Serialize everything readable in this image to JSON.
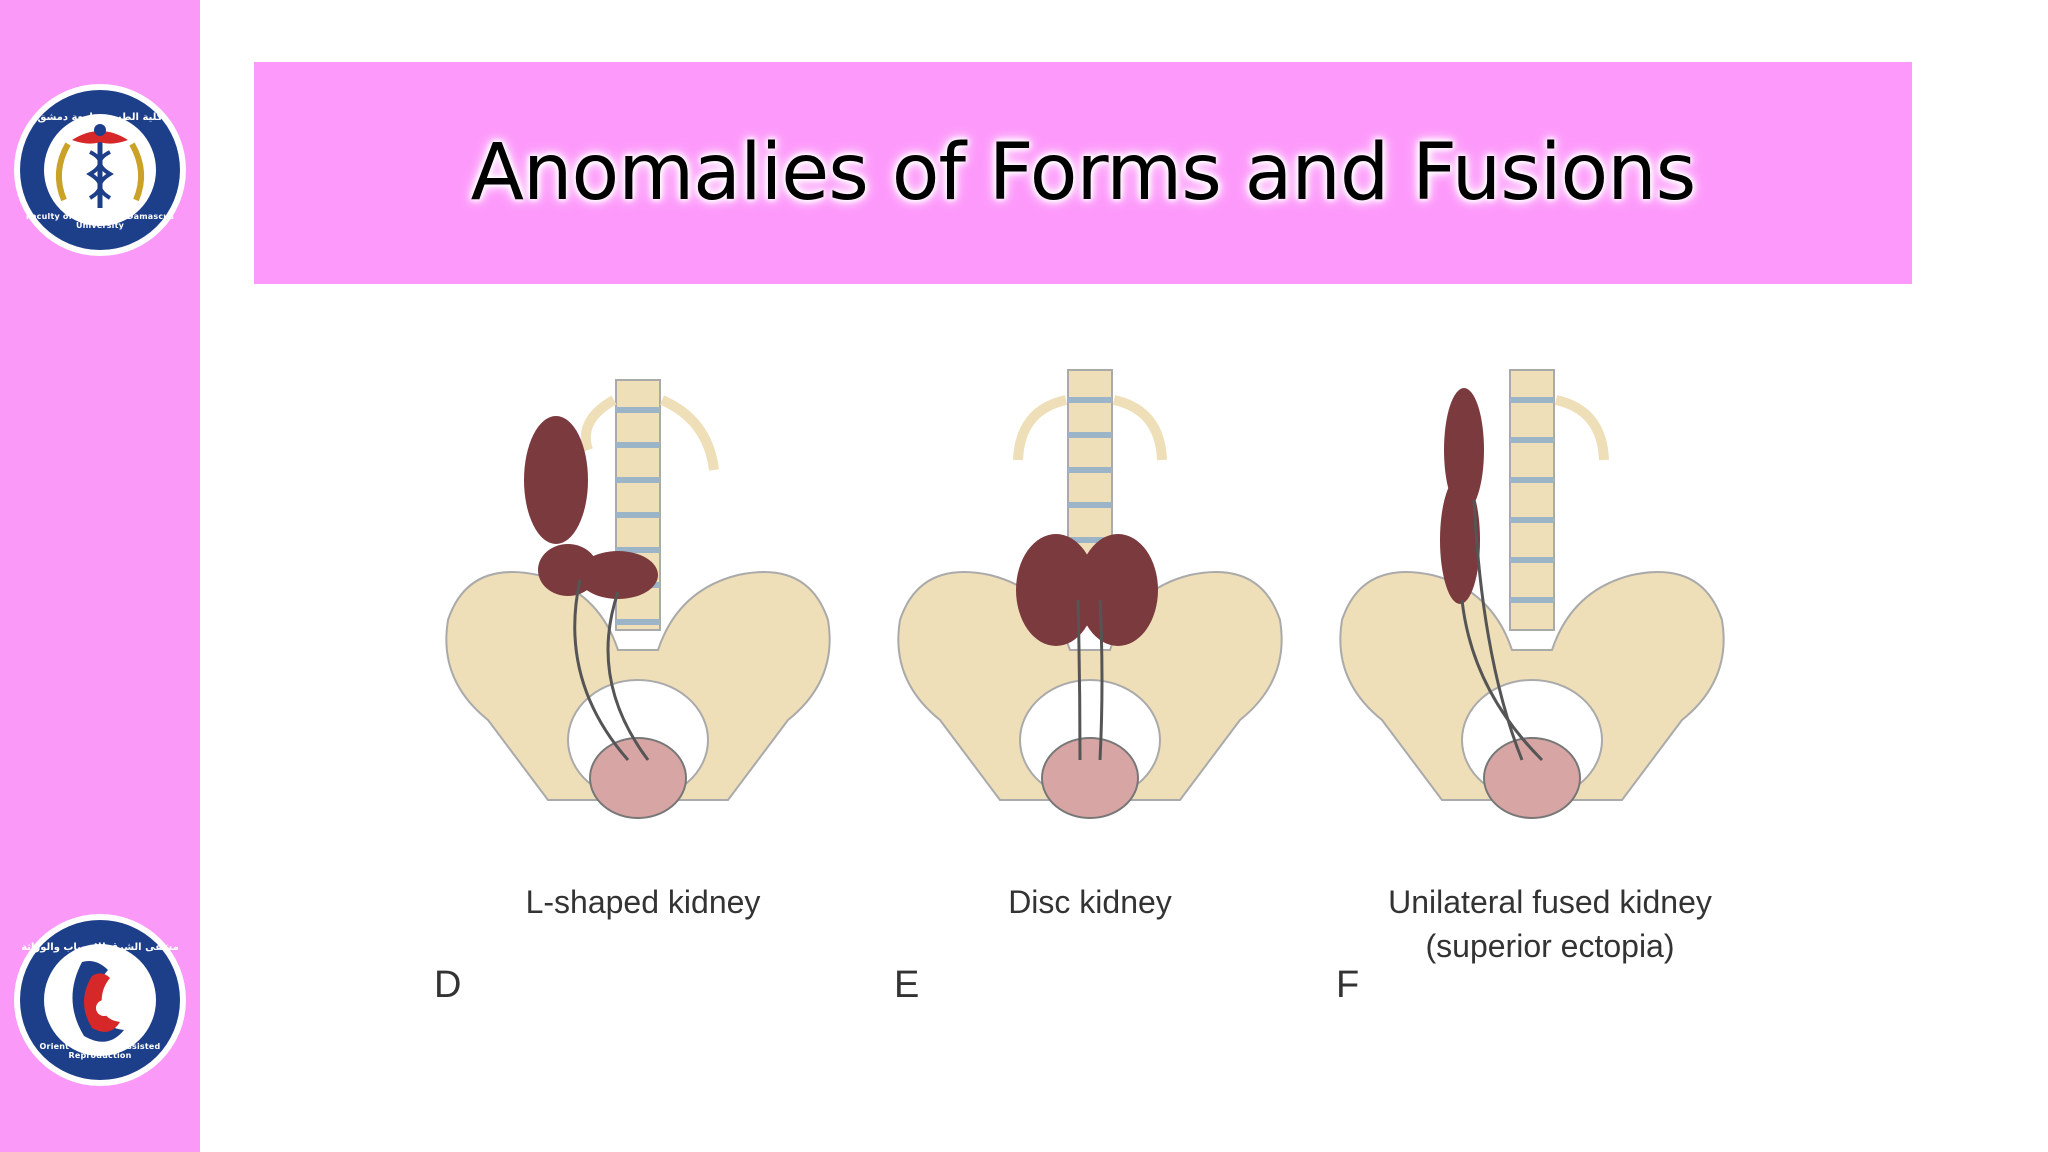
{
  "slide": {
    "title": "Anomalies of Forms and Fusions"
  },
  "logos": {
    "top": {
      "caption": "Faculty of Medicine - Damascus University",
      "arabic": "كلية الطب - جامعة دمشق"
    },
    "bottom": {
      "caption": "Orient Hospital - Assisted Reproduction",
      "arabic": "مشفى الشرق للإخصاب والوراثة"
    }
  },
  "figures": [
    {
      "letter": "D",
      "caption": "L-shaped kidney",
      "caption2": ""
    },
    {
      "letter": "E",
      "caption": "Disc kidney",
      "caption2": ""
    },
    {
      "letter": "F",
      "caption": "Unilateral fused kidney",
      "caption2": "(superior ectopia)"
    }
  ],
  "colors": {
    "sidebar": "#fa99f8",
    "title_bar": "#fd99fb",
    "bone": "#efdfb8",
    "kidney": "#7a3a3e",
    "bladder": "#d7a6a4"
  }
}
